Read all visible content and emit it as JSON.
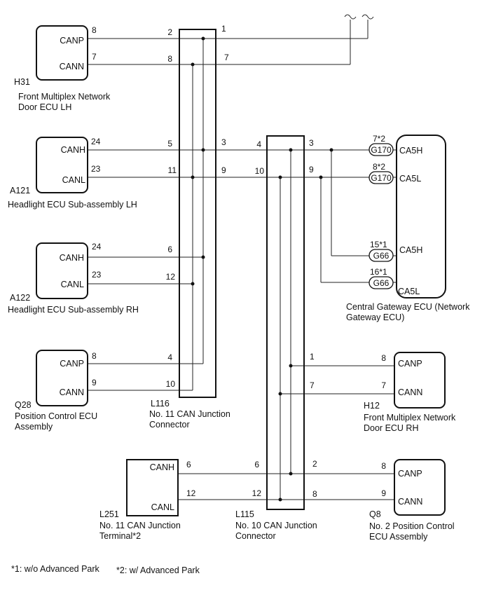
{
  "components": {
    "h31": {
      "id": "H31",
      "name_l1": "Front Multiplex Network",
      "name_l2": "Door ECU LH",
      "sig_a": "CANP",
      "sig_b": "CANN",
      "pin_a": "8",
      "pin_b": "7"
    },
    "a121": {
      "id": "A121",
      "name_l1": "Headlight ECU Sub-assembly LH",
      "sig_a": "CANH",
      "sig_b": "CANL",
      "pin_a": "24",
      "pin_b": "23"
    },
    "a122": {
      "id": "A122",
      "name_l1": "Headlight ECU Sub-assembly RH",
      "sig_a": "CANH",
      "sig_b": "CANL",
      "pin_a": "24",
      "pin_b": "23"
    },
    "q28": {
      "id": "Q28",
      "name_l1": "Position Control ECU",
      "name_l2": "Assembly",
      "sig_a": "CANP",
      "sig_b": "CANN",
      "pin_a": "8",
      "pin_b": "9"
    },
    "l251": {
      "id": "L251",
      "name_l1": "No. 11 CAN Junction",
      "name_l2": "Terminal*2",
      "sig_a": "CANH",
      "sig_b": "CANL"
    },
    "gateway": {
      "name_l1": "Central Gateway ECU (Network",
      "name_l2": "Gateway ECU)",
      "sig_1": "CA5H",
      "sig_2": "CA5L",
      "sig_3": "CA5H",
      "sig_4": "CA5L"
    },
    "h12": {
      "id": "H12",
      "name_l1": "Front Multiplex Network",
      "name_l2": "Door ECU RH",
      "sig_a": "CANP",
      "sig_b": "CANN",
      "pin_a": "8",
      "pin_b": "7"
    },
    "q8": {
      "id": "Q8",
      "name_l1": "No. 2 Position Control",
      "name_l2": "ECU Assembly",
      "sig_a": "CANP",
      "sig_b": "CANN",
      "pin_a": "8",
      "pin_b": "9"
    }
  },
  "junctions": {
    "l116": {
      "id": "L116",
      "name_l1": "No. 11 CAN Junction",
      "name_l2": "Connector",
      "pins_left": [
        "2",
        "8",
        "5",
        "11",
        "6",
        "12",
        "4",
        "10"
      ],
      "pins_right": [
        "1",
        "7",
        "3",
        "9"
      ]
    },
    "l115": {
      "id": "L115",
      "name_l1": "No. 10 CAN Junction",
      "name_l2": "Connector",
      "pins_left": [
        "4",
        "10",
        "6",
        "12"
      ],
      "pins_right": [
        "3",
        "9",
        "1",
        "7",
        "2",
        "8"
      ]
    }
  },
  "gateway_connectors": [
    {
      "code": "G170",
      "pin": "7*2"
    },
    {
      "code": "G170",
      "pin": "8*2"
    },
    {
      "code": "G66",
      "pin": "15*1"
    },
    {
      "code": "G66",
      "pin": "16*1"
    }
  ],
  "footnotes": {
    "n1": "*1: w/o Advanced Park",
    "n2": "*2: w/ Advanced Park"
  },
  "colors": {
    "line": "#222222",
    "box": "#111111"
  }
}
